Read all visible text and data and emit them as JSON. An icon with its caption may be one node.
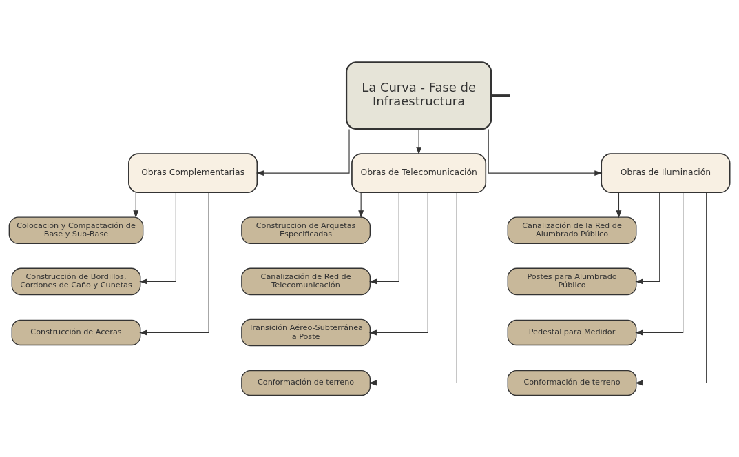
{
  "diagram": {
    "nodes": [
      {
        "text": [
          "La Curva - Fase de Infraestructura"
        ]
      },
      {
        "text": [
          "Obras Complementarias"
        ]
      },
      {
        "text": [
          "Obras de Telecomunicación"
        ]
      },
      {
        "text": [
          "Obras de Iluminación"
        ]
      },
      {
        "text": [
          "Colocación y Compactación de Base y Sub-Base"
        ]
      },
      {
        "text": [
          "Construcción de Bordillos, Cordones de Caño y Cunetas"
        ]
      },
      {
        "text": [
          "Construcción de Aceras"
        ]
      },
      {
        "text": [
          "Construcción de Arquetas Especificadas"
        ]
      },
      {
        "text": [
          "Canalización de Red de Telecomunicación"
        ]
      },
      {
        "text": [
          "Transición Aéreo-Subterránea a Poste"
        ]
      },
      {
        "text": [
          "Conformación de terreno"
        ]
      },
      {
        "text": [
          "Canalización de la Red de Alumbrado Público"
        ]
      },
      {
        "text": [
          "Postes para Alumbrado Público"
        ]
      },
      {
        "text": [
          "Pedestal para Medidor"
        ]
      },
      {
        "text": [
          "Conformación de terreno"
        ]
      }
    ],
    "edges": [
      {
        "from": 0,
        "to": null,
        "arrow": "none",
        "style": "thick"
      },
      {
        "from": 0,
        "to": 1,
        "arrow": "to"
      },
      {
        "from": 0,
        "to": 2,
        "arrow": "to"
      },
      {
        "from": 0,
        "to": 3,
        "arrow": "to"
      },
      {
        "from": 1,
        "to": 4,
        "arrow": "to"
      },
      {
        "from": 1,
        "to": 5,
        "arrow": "to"
      },
      {
        "from": 1,
        "to": 6,
        "arrow": "to"
      },
      {
        "from": 2,
        "to": 7,
        "arrow": "to"
      },
      {
        "from": 2,
        "to": 8,
        "arrow": "to"
      },
      {
        "from": 2,
        "to": 9,
        "arrow": "to"
      },
      {
        "from": 2,
        "to": 10,
        "arrow": "to"
      },
      {
        "from": 3,
        "to": 11,
        "arrow": "to"
      },
      {
        "from": 3,
        "to": 12,
        "arrow": "to"
      },
      {
        "from": 3,
        "to": 13,
        "arrow": "to"
      },
      {
        "from": 3,
        "to": 14,
        "arrow": "to"
      }
    ]
  }
}
